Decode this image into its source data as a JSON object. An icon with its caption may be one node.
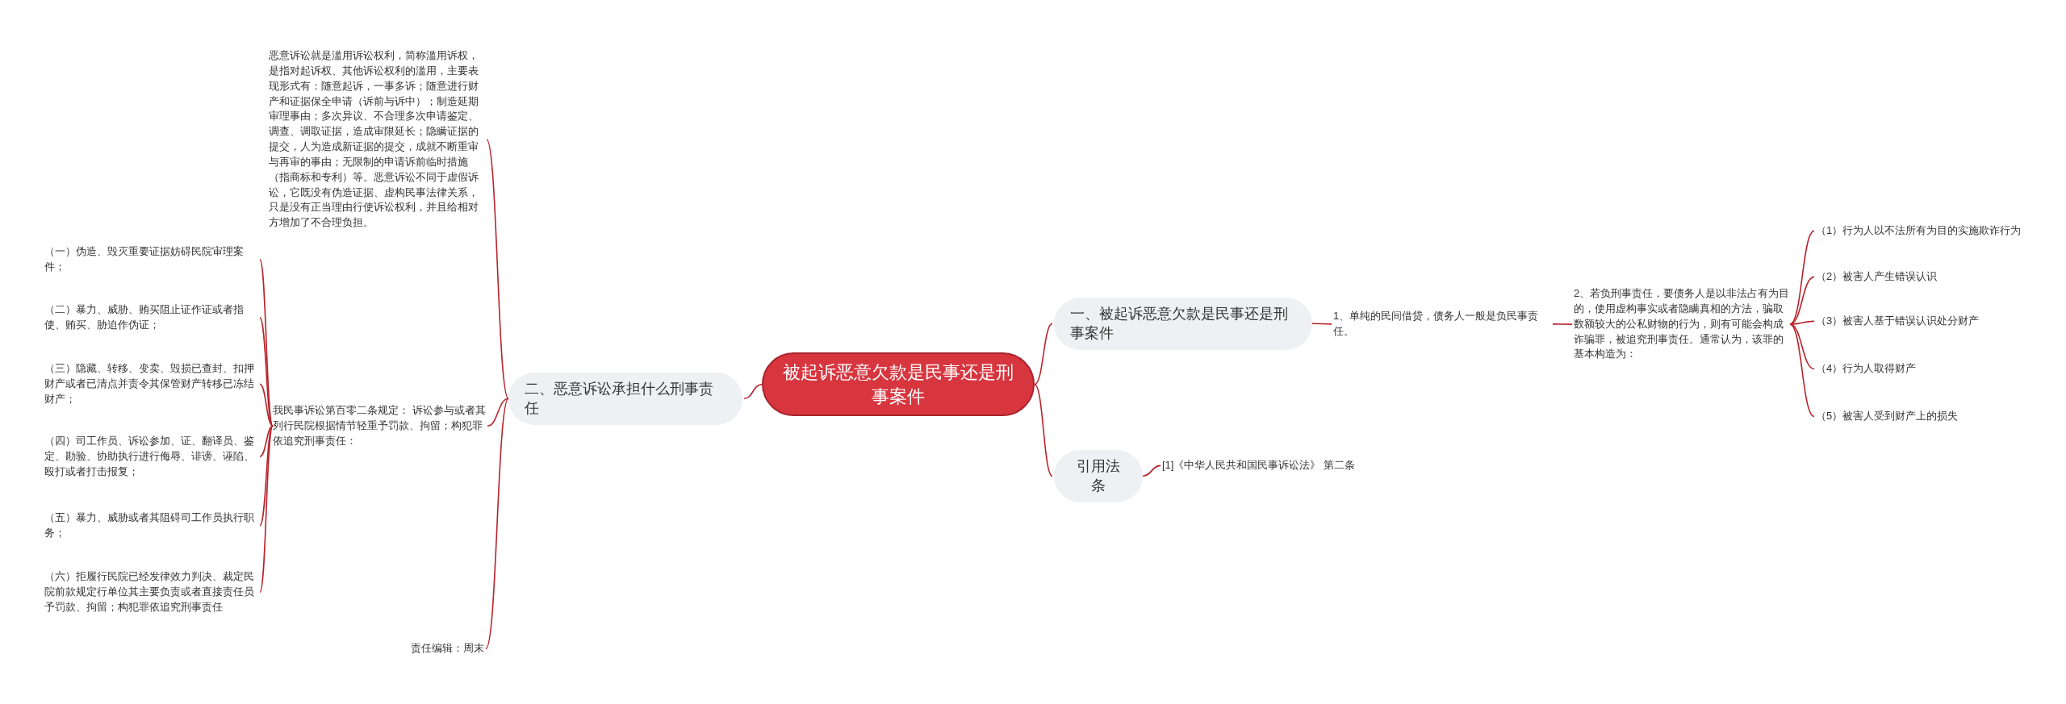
{
  "diagram": {
    "nodes": [
      {
        "text": [
          "被起诉恶意欠款是民事还是刑事案件"
        ]
      },
      {
        "text": [
          "一、被起诉恶意欠款是民事还是刑事案件"
        ]
      },
      {
        "text": [
          "1、单纯的民间借贷，债务人一般是负民事责任。"
        ]
      },
      {
        "text": [
          "2、若负刑事责任，要债务人是以非法占有为目的，使用虚构事实或者隐瞒真相的方法，骗取数额较大的公私财物的行为，则有可能会构成诈骗罪，被追究刑事责任。通常认为，该罪的基本构造为："
        ]
      },
      {
        "text": [
          "（1）行为人以不法所有为目的实施欺诈行为"
        ]
      },
      {
        "text": [
          "（2）被害人产生错误认识"
        ]
      },
      {
        "text": [
          "（3）被害人基于错误认识处分财产"
        ]
      },
      {
        "text": [
          "（4）行为人取得财产"
        ]
      },
      {
        "text": [
          "（5）被害人受到财产上的损失"
        ]
      },
      {
        "text": [
          "引用法条"
        ]
      },
      {
        "text": [
          "[1]《中华人民共和国民事诉讼法》 第二条"
        ]
      },
      {
        "text": [
          "二、恶意诉讼承担什么刑事责任"
        ]
      },
      {
        "text": [
          "恶意诉讼就是滥用诉讼权利，简称滥用诉权，是指对起诉权、其他诉讼权利的滥用，主要表现形式有：随意起诉，一事多诉；随意进行财产和证据保全申请（诉前与诉中）；制造延期审理事由；多次异议、不合理多次申请鉴定、调查、调取证据，造成审限延长；隐瞒证据的提交，人为造成新证据的提交，成就不断重审与再审的事由；无限制的申请诉前临时措施（指商标和专利）等。恶意诉讼不同于虚假诉讼，它既没有伪造证据、虚构民事法律关系，只是没有正当理由行使诉讼权利，并且给相对方增加了不合理负担。"
        ]
      },
      {
        "text": [
          "我民事诉讼第百零二条规定： 诉讼参与或者其列行民院根据情节轻重予罚款、拘留；构犯罪依追究刑事责任："
        ]
      },
      {
        "text": [
          "（一）伪造、毁灭重要证据妨碍民院审理案件；"
        ]
      },
      {
        "text": [
          "（二）暴力、威胁、贿买阻止证作证或者指使、贿买、胁迫作伪证；"
        ]
      },
      {
        "text": [
          "（三）隐藏、转移、变卖、毁损已查封、扣押财产或者已清点并责令其保管财产转移已冻结财产；"
        ]
      },
      {
        "text": [
          "（四）司工作员、诉讼参加、证、翻译员、鉴定、勘验、协助执行进行侮辱、诽谤、诬陷、殴打或者打击报复；"
        ]
      },
      {
        "text": [
          "（五）暴力、威胁或者其阻碍司工作员执行职务；"
        ]
      },
      {
        "text": [
          "（六）拒履行民院已经发律效力判决、裁定民院前款规定行单位其主要负责或者直接责任员予罚款、拘留；构犯罪依追究刑事责任"
        ]
      },
      {
        "text": [
          "责任编辑：周末"
        ]
      }
    ],
    "edges": [
      {
        "from": 0,
        "to": 1,
        "arrow": "none"
      },
      {
        "from": 1,
        "to": 2,
        "arrow": "none"
      },
      {
        "from": 2,
        "to": 3,
        "arrow": "none"
      },
      {
        "from": 3,
        "to": 4,
        "arrow": "none"
      },
      {
        "from": 3,
        "to": 5,
        "arrow": "none"
      },
      {
        "from": 3,
        "to": 6,
        "arrow": "none"
      },
      {
        "from": 3,
        "to": 7,
        "arrow": "none"
      },
      {
        "from": 3,
        "to": 8,
        "arrow": "none"
      },
      {
        "from": 0,
        "to": 9,
        "arrow": "none"
      },
      {
        "from": 9,
        "to": 10,
        "arrow": "none"
      },
      {
        "from": 0,
        "to": 11,
        "arrow": "none"
      },
      {
        "from": 11,
        "to": 12,
        "arrow": "none"
      },
      {
        "from": 11,
        "to": 13,
        "arrow": "none"
      },
      {
        "from": 13,
        "to": 14,
        "arrow": "none"
      },
      {
        "from": 13,
        "to": 15,
        "arrow": "none"
      },
      {
        "from": 13,
        "to": 16,
        "arrow": "none"
      },
      {
        "from": 13,
        "to": 17,
        "arrow": "none"
      },
      {
        "from": 13,
        "to": 18,
        "arrow": "none"
      },
      {
        "from": 13,
        "to": 19,
        "arrow": "none"
      },
      {
        "from": 11,
        "to": 20,
        "arrow": "none"
      }
    ]
  }
}
